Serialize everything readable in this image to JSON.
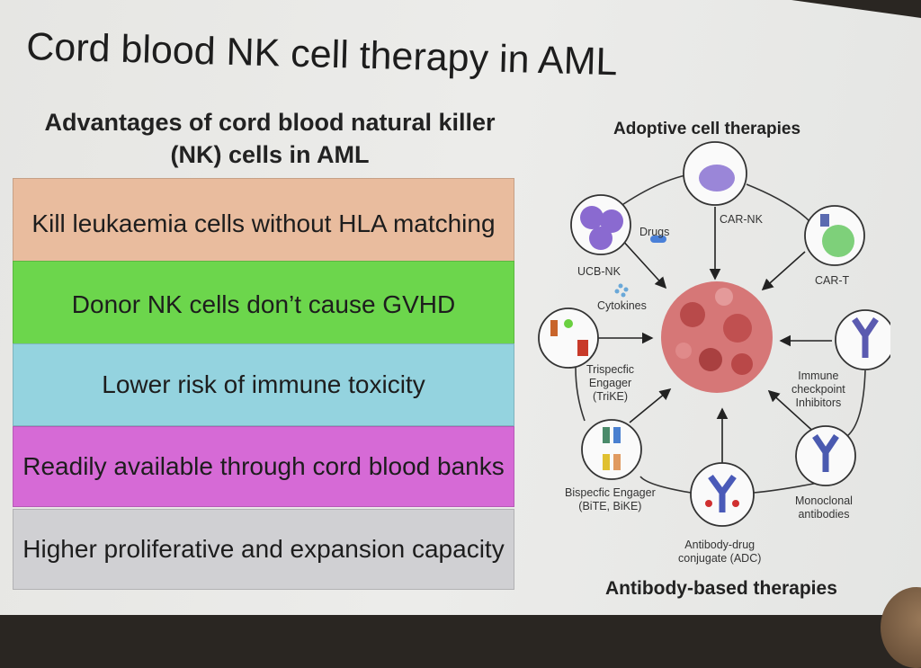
{
  "slide": {
    "title": "Cord blood NK cell therapy in AML",
    "subtitle": "Advantages of cord blood natural killer (NK) cells in AML",
    "advantages": [
      {
        "text": "Kill leukaemia cells without HLA matching",
        "color": "#e9bc9e"
      },
      {
        "text": "Donor NK cells don’t cause GVHD",
        "color": "#6cd64c"
      },
      {
        "text": "Lower risk of immune toxicity",
        "color": "#94d3df"
      },
      {
        "text": "Readily available through cord blood banks",
        "color": "#d66ad6"
      },
      {
        "text": "Higher proliferative and expansion capacity",
        "color": "#d0d0d3"
      }
    ]
  },
  "diagram": {
    "top_heading": "Adoptive cell therapies",
    "bottom_heading": "Antibody-based therapies",
    "labels": {
      "car_nk": "CAR-NK",
      "ucb_nk": "UCB-NK",
      "car_t": "CAR-T",
      "drugs": "Drugs",
      "cytokines": "Cytokines",
      "trike": [
        "Trispecfic",
        "Engager",
        "(TriKE)"
      ],
      "checkpoint": [
        "Immune",
        "checkpoint",
        "Inhibitors"
      ],
      "bite": [
        "Bispecfic Engager",
        "(BiTE, BiKE)"
      ],
      "mab": [
        "Monoclonal",
        "antibodies"
      ],
      "adc": [
        "Antibody-drug",
        "conjugate (ADC)"
      ]
    }
  }
}
